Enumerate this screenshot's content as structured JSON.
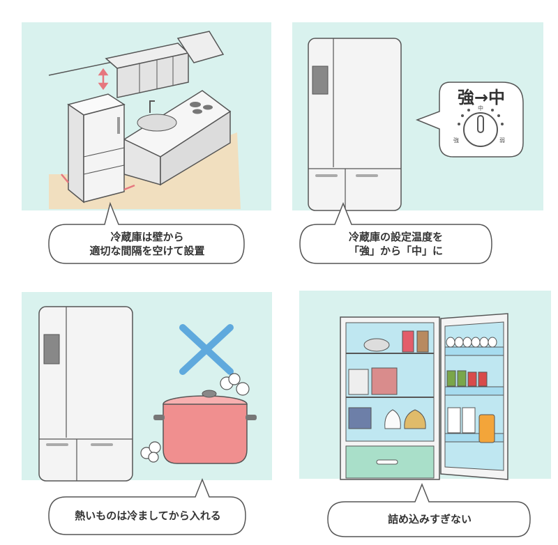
{
  "panels": [
    {
      "caption_line1": "冷蔵庫は壁から",
      "caption_line2": "適切な間隔を空けて設置"
    },
    {
      "caption_line1": "冷蔵庫の設定温度を",
      "caption_line2": "「強」から「中」に",
      "dial": {
        "title": "強→中",
        "label_mid": "中",
        "label_strong": "強",
        "label_weak": "弱"
      }
    },
    {
      "caption": "熱いものは冷ましてから入れる"
    },
    {
      "caption": "詰め込みすぎない"
    }
  ],
  "colors": {
    "panel_bg": "#d9f2ee",
    "floor": "#f1dfbf",
    "fridge": "#f4f4f4",
    "outline": "#555555",
    "cross": "#5fa9dd",
    "pot": "#f08f8f",
    "arrow": "#e6777e"
  }
}
